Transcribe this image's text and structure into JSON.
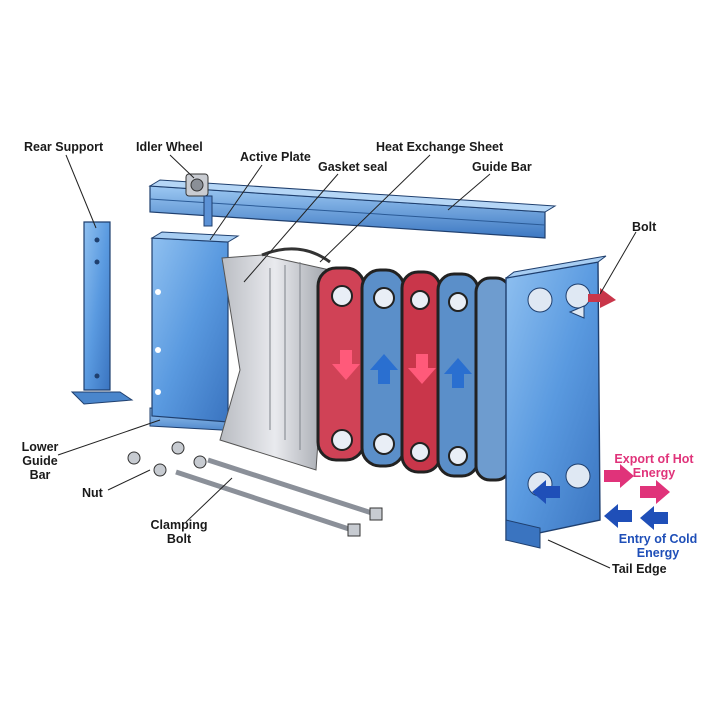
{
  "labels": {
    "rear_support": "Rear Support",
    "idler_wheel": "Idler Wheel",
    "active_plate": "Active Plate",
    "gasket_seal": "Gasket seal",
    "heat_exchange_sheet": "Heat Exchange Sheet",
    "guide_bar": "Guide Bar",
    "bolt": "Bolt",
    "lower_guide_bar_1": "Lower",
    "lower_guide_bar_2": "Guide",
    "lower_guide_bar_3": "Bar",
    "nut": "Nut",
    "clamping_bolt_1": "Clamping",
    "clamping_bolt_2": "Bolt",
    "export_hot_1": "Export of Hot",
    "export_hot_2": "Energy",
    "entry_cold_1": "Entry of Cold",
    "entry_cold_2": "Energy",
    "tail_edge": "Tail Edge"
  },
  "colors": {
    "frame_blue": "#4f8fd6",
    "frame_dark": "#2b5e9e",
    "plate_blue": "#5b8fc9",
    "plate_red": "#c9364a",
    "gasket_dark": "#2a3340",
    "hot_arrow": "#e0337a",
    "cold_arrow": "#1f4fb8"
  }
}
